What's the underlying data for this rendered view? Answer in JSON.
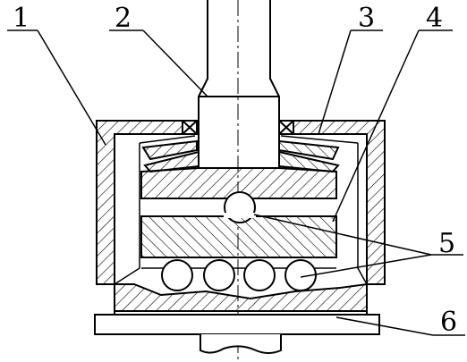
{
  "labels": {
    "l1": "1",
    "l2": "2",
    "l3": "3",
    "l4": "4",
    "l5": "5",
    "l6": "6"
  },
  "colors": {
    "ink": "#000000",
    "paper": "#ffffff"
  }
}
